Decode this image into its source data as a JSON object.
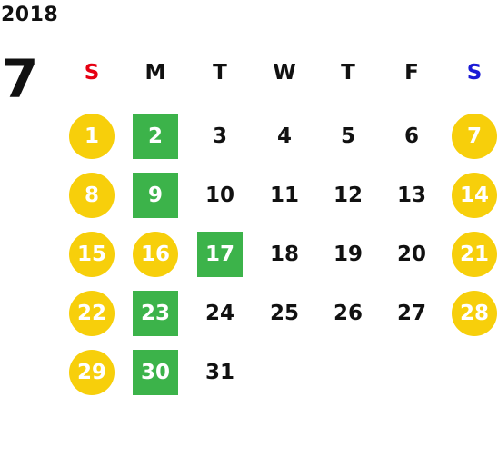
{
  "year": "2018",
  "month": "7",
  "weekdays": [
    {
      "label": "S",
      "color": "#e60012"
    },
    {
      "label": "M",
      "color": "#111111"
    },
    {
      "label": "T",
      "color": "#111111"
    },
    {
      "label": "W",
      "color": "#111111"
    },
    {
      "label": "T",
      "color": "#111111"
    },
    {
      "label": "F",
      "color": "#111111"
    },
    {
      "label": "S",
      "color": "#1a1ad6"
    }
  ],
  "colors": {
    "holiday_circle": "#f7cf0b",
    "closed_square": "#3cb34a",
    "day_text": "#111111",
    "highlight_text": "#ffffff"
  },
  "weeks": [
    [
      {
        "day": "1",
        "style": "circle"
      },
      {
        "day": "2",
        "style": "square"
      },
      {
        "day": "3",
        "style": "plain"
      },
      {
        "day": "4",
        "style": "plain"
      },
      {
        "day": "5",
        "style": "plain"
      },
      {
        "day": "6",
        "style": "plain"
      },
      {
        "day": "7",
        "style": "circle"
      }
    ],
    [
      {
        "day": "8",
        "style": "circle"
      },
      {
        "day": "9",
        "style": "square"
      },
      {
        "day": "10",
        "style": "plain"
      },
      {
        "day": "11",
        "style": "plain"
      },
      {
        "day": "12",
        "style": "plain"
      },
      {
        "day": "13",
        "style": "plain"
      },
      {
        "day": "14",
        "style": "circle"
      }
    ],
    [
      {
        "day": "15",
        "style": "circle"
      },
      {
        "day": "16",
        "style": "circle"
      },
      {
        "day": "17",
        "style": "square"
      },
      {
        "day": "18",
        "style": "plain"
      },
      {
        "day": "19",
        "style": "plain"
      },
      {
        "day": "20",
        "style": "plain"
      },
      {
        "day": "21",
        "style": "circle"
      }
    ],
    [
      {
        "day": "22",
        "style": "circle"
      },
      {
        "day": "23",
        "style": "square"
      },
      {
        "day": "24",
        "style": "plain"
      },
      {
        "day": "25",
        "style": "plain"
      },
      {
        "day": "26",
        "style": "plain"
      },
      {
        "day": "27",
        "style": "plain"
      },
      {
        "day": "28",
        "style": "circle"
      }
    ],
    [
      {
        "day": "29",
        "style": "circle"
      },
      {
        "day": "30",
        "style": "square"
      },
      {
        "day": "31",
        "style": "plain"
      }
    ]
  ]
}
